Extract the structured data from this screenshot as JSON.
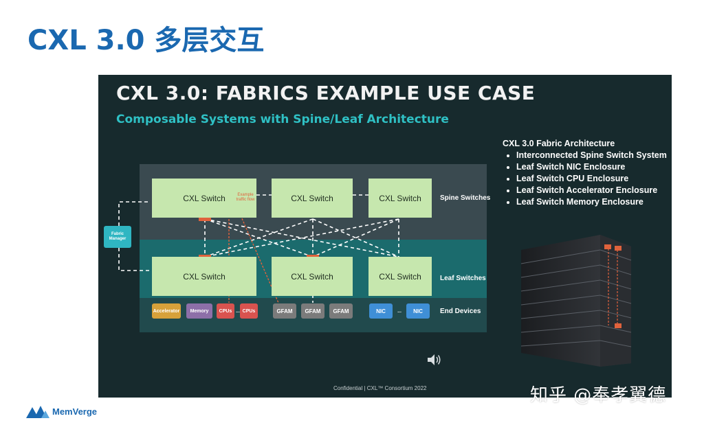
{
  "page": {
    "title": "CXL 3.0 多层交互"
  },
  "slide": {
    "title": "CXL 3.0: FABRICS EXAMPLE USE CASE",
    "subtitle": "Composable Systems with Spine/Leaf Architecture",
    "fabric_manager": "Fabric Manager",
    "annotation": "Example traffic flow",
    "spine_label": "Spine Switches",
    "leaf_label": "Leaf Switches",
    "end_label": "End Devices",
    "spine_switches": [
      "CXL Switch",
      "CXL Switch",
      "CXL Switch"
    ],
    "leaf_switches": [
      "CXL Switch",
      "CXL Switch",
      "CXL Switch"
    ],
    "end_devices": {
      "accelerator": "Accelerator",
      "memory": "Memory",
      "cpu1": "CPUs",
      "cpu_ellipsis": "...",
      "cpu2": "CPUs",
      "gfam": [
        "GFAM",
        "GFAM",
        "GFAM"
      ],
      "nic1": "NIC",
      "nic_ellipsis": "...",
      "nic2": "NIC"
    },
    "arch": {
      "heading": "CXL 3.0 Fabric Architecture",
      "items": [
        "Interconnected Spine Switch System",
        "Leaf Switch NIC Enclosure",
        "Leaf Switch CPU Enclosure",
        "Leaf Switch Accelerator Enclosure",
        "Leaf Switch Memory Enclosure"
      ]
    },
    "footer": "Confidential | CXL™ Consortium 2022"
  },
  "watermark": "知乎 @奉孝翼德",
  "logo": {
    "text": "MemVerge"
  },
  "icons": {
    "speaker": "speaker-icon",
    "logo": "memverge-logo-icon",
    "server": "server-rack-icon"
  },
  "colors": {
    "title": "#1a68b0",
    "switch": "#c6e7ae",
    "accent": "#2fc0c4",
    "traffic": "#e0623c",
    "accelerator": "#d7a13a",
    "memory": "#8d6fa8",
    "cpu": "#d9534f",
    "gfam": "#7b7b7b",
    "nic": "#3f8fd6"
  }
}
